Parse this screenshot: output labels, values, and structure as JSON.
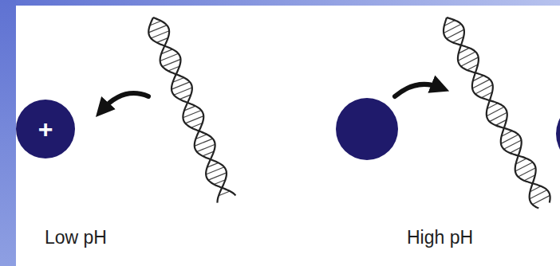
{
  "diagram": {
    "nodes": [
      {
        "text": [
          "+"
        ]
      }
    ],
    "labels": [
      "Low pH",
      "High pH"
    ]
  }
}
